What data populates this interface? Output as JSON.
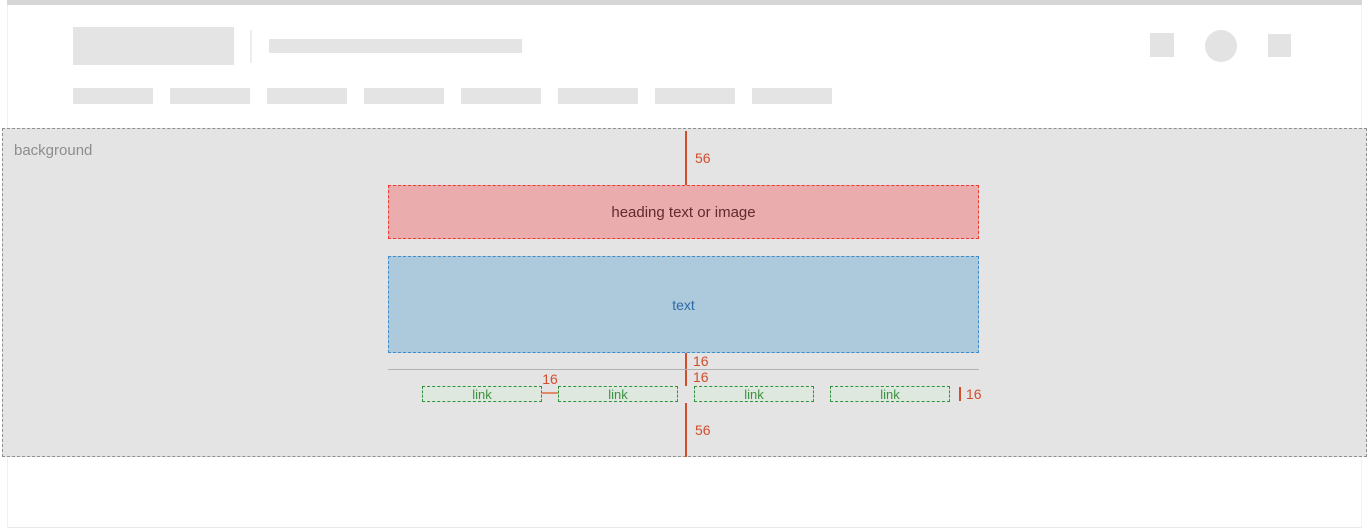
{
  "background_section": {
    "label": "background"
  },
  "spec": {
    "heading_label": "heading text or image",
    "text_label": "text",
    "links": [
      {
        "label": "link"
      },
      {
        "label": "link"
      },
      {
        "label": "link"
      },
      {
        "label": "link"
      }
    ],
    "annotations": {
      "top_offset": "56",
      "gap_above_divider": "16",
      "gap_below_divider": "16",
      "link_gap": "16",
      "right_margin": "16",
      "bottom_offset": "56"
    }
  },
  "colors": {
    "annotation_red": "#d14e2b",
    "heading_fill": "#eaacac",
    "heading_border": "#ee3a30",
    "text_fill": "#adc9dc",
    "text_border": "#3d8ccd",
    "link_fill": "#dfe8df",
    "link_border": "#2e9339",
    "background_fill": "#e4e4e4",
    "placeholder_gray": "#e4e4e4"
  }
}
